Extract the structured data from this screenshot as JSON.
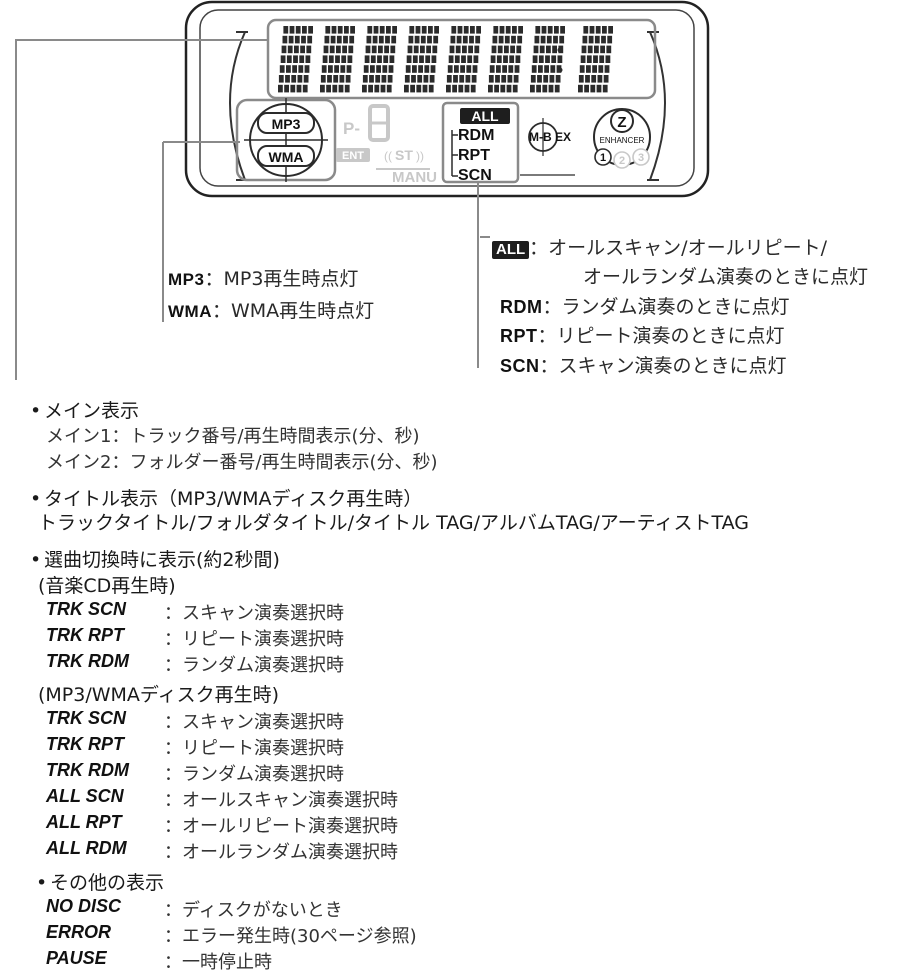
{
  "display": {
    "mp3_badge": "MP3",
    "wma_badge": "WMA",
    "p_label": "P-",
    "ent_label": "ENT",
    "st_label": "ST",
    "manu_label": "MANU",
    "mode_labels": [
      "ALL",
      "RDM",
      "RPT",
      "SCN"
    ],
    "mbex_label": "M-B EX",
    "z_label": "Z",
    "enhancer_label": "ENHANCER",
    "enh_levels": [
      "1",
      "2",
      "3"
    ]
  },
  "codec_legend": [
    {
      "label": "MP3",
      "desc": "：MP3再生時点灯"
    },
    {
      "label": "WMA",
      "desc": "：WMA再生時点灯"
    }
  ],
  "mode_legend": [
    {
      "label": "ALL",
      "desc": "：オールスキャン/オールリピート/",
      "desc2": "オールランダム演奏のときに点灯"
    },
    {
      "label": "RDM",
      "desc": "：ランダム演奏のときに点灯"
    },
    {
      "label": "RPT",
      "desc": "：リピート演奏のときに点灯"
    },
    {
      "label": "SCN",
      "desc": "：スキャン演奏のときに点灯"
    }
  ],
  "main_display": {
    "title": "メイン表示",
    "lines": [
      "メイン1：トラック番号/再生時間表示(分、秒)",
      "メイン2：フォルダー番号/再生時間表示(分、秒)"
    ]
  },
  "title_display": {
    "title": "タイトル表示（MP3/WMAディスク再生時）",
    "line": "トラックタイトル/フォルダタイトル/タイトル TAG/アルバムTAG/アーティストTAG"
  },
  "select_display": {
    "title": "選曲切換時に表示(約2秒間)",
    "cd_header": "(音楽CD再生時)",
    "cd_items": [
      {
        "code": "TRK SCN",
        "desc": "：スキャン演奏選択時"
      },
      {
        "code": "TRK RPT",
        "desc": "：リピート演奏選択時"
      },
      {
        "code": "TRK RDM",
        "desc": "：ランダム演奏選択時"
      }
    ],
    "mp3_header": "(MP3/WMAディスク再生時)",
    "mp3_items": [
      {
        "code": "TRK SCN",
        "desc": "：スキャン演奏選択時"
      },
      {
        "code": "TRK RPT",
        "desc": "：リピート演奏選択時"
      },
      {
        "code": "TRK RDM",
        "desc": "：ランダム演奏選択時"
      },
      {
        "code": "ALL SCN",
        "desc": "：オールスキャン演奏選択時"
      },
      {
        "code": "ALL RPT",
        "desc": "：オールリピート演奏選択時"
      },
      {
        "code": "ALL RDM",
        "desc": "：オールランダム演奏選択時"
      }
    ]
  },
  "other_display": {
    "title": "その他の表示",
    "items": [
      {
        "code": "NO DISC",
        "desc": "：ディスクがないとき"
      },
      {
        "code": "ERROR",
        "desc": "：エラー発生時(30ページ参照)"
      },
      {
        "code": "PAUSE",
        "desc": "：一時停止時"
      }
    ]
  },
  "colors": {
    "line": "#8a8a8a",
    "segment": "#2b2b2b",
    "ghost": "#c8c8c8"
  }
}
